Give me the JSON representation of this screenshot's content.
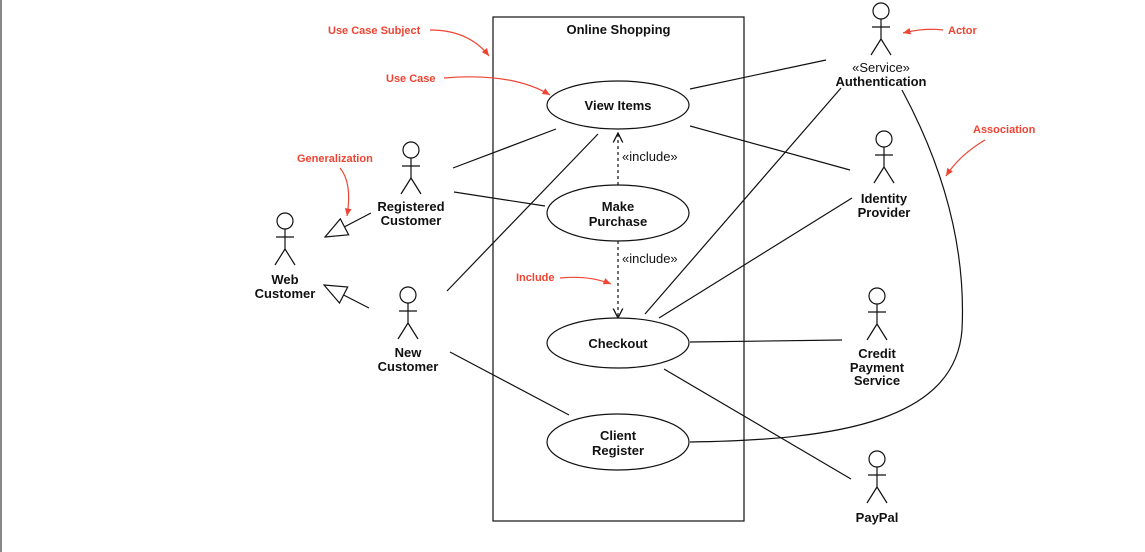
{
  "diagram": {
    "subject_title": "Online Shopping",
    "use_cases": {
      "view_items": [
        "View Items"
      ],
      "make_purchase": [
        "Make",
        "Purchase"
      ],
      "checkout": [
        "Checkout"
      ],
      "client_register": [
        "Client",
        "Register"
      ]
    },
    "actors": {
      "web_customer": [
        "Web",
        "Customer"
      ],
      "registered_customer": [
        "Registered",
        "Customer"
      ],
      "new_customer": [
        "New",
        "Customer"
      ],
      "authentication": [
        "«Service»",
        "Authentication"
      ],
      "identity_provider": [
        "Identity",
        "Provider"
      ],
      "credit_payment_service": [
        "Credit",
        "Payment",
        "Service"
      ],
      "paypal": [
        "PayPal"
      ]
    },
    "include_labels": [
      "«include»",
      "«include»"
    ],
    "annotations": {
      "use_case_subject": "Use Case Subject",
      "use_case": "Use Case",
      "actor": "Actor",
      "association": "Association",
      "generalization": "Generalization",
      "include": "Include"
    },
    "colors": {
      "annotation": "#ee4433",
      "line": "#111111"
    }
  }
}
